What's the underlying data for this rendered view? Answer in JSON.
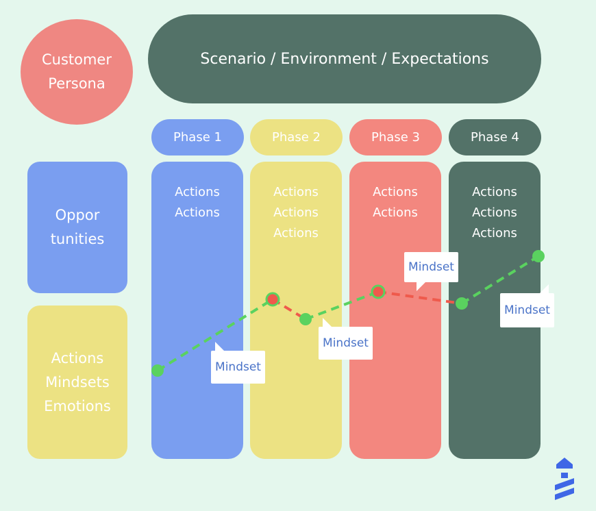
{
  "persona": {
    "line1": "Customer",
    "line2": "Persona"
  },
  "scenario": {
    "label": "Scenario / Environment / Expectations"
  },
  "phases": [
    {
      "label": "Phase 1",
      "actions": [
        "Actions",
        "Actions"
      ]
    },
    {
      "label": "Phase 2",
      "actions": [
        "Actions",
        "Actions",
        "Actions"
      ]
    },
    {
      "label": "Phase 3",
      "actions": [
        "Actions",
        "Actions"
      ]
    },
    {
      "label": "Phase 4",
      "actions": [
        "Actions",
        "Actions",
        "Actions"
      ]
    }
  ],
  "side": {
    "opportunities": {
      "line1": "Oppor",
      "line2": "tunities"
    },
    "rows": {
      "line1": "Actions",
      "line2": "Mindsets",
      "line3": "Emotions"
    }
  },
  "mindsets": [
    "Mindset",
    "Mindset",
    "Mindset",
    "Mindset"
  ],
  "colors": {
    "background": "#e4f7ed",
    "blue": "#7a9ef0",
    "yellow": "#ece283",
    "salmon": "#f3877f",
    "dark": "#537268",
    "positive_line": "#5ad25f",
    "negative_line": "#ef5a4c",
    "mindset_text": "#4a73c8"
  },
  "logo": {
    "icon": "stacked-stripes-logo-icon"
  }
}
